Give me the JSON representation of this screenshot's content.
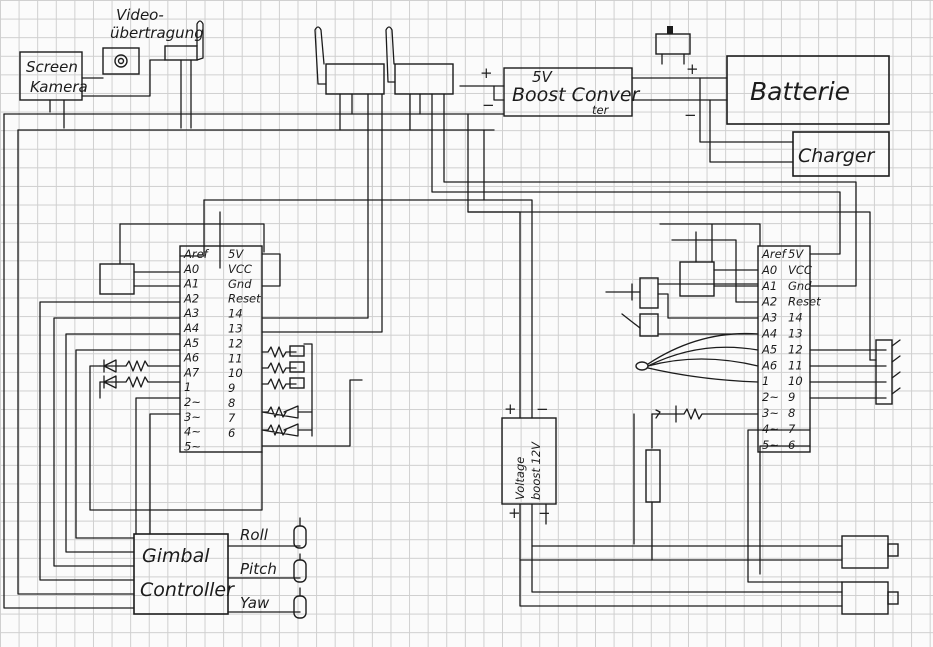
{
  "labels": {
    "screen_kamera": [
      "Screen",
      "Kamera"
    ],
    "video_uebertragung": [
      "Video-",
      "übertragung"
    ],
    "boost_converter": [
      "5V",
      "Boost Conver",
      "ter"
    ],
    "batterie": "Batterie",
    "charger": "Charger",
    "voltage_boost": [
      "Voltage",
      "boost 12V"
    ],
    "gimbal_controller": [
      "Gimbal",
      "Controller"
    ],
    "gimbal_axes": [
      "Roll",
      "Pitch",
      "Yaw"
    ],
    "plus": "+",
    "minus": "−"
  },
  "arduino": {
    "left_pins": [
      "Aref",
      "A0",
      "A1",
      "A2",
      "A3",
      "A4",
      "A5",
      "A6",
      "A7",
      "1",
      "2~",
      "3~",
      "4~",
      "5~"
    ],
    "right_pins": [
      "5V",
      "VCC",
      "Gnd",
      "Reset",
      "14",
      "13",
      "12",
      "11",
      "10",
      "9",
      "8",
      "7",
      "6"
    ]
  },
  "arduino2": {
    "left_pins": [
      "Aref",
      "A0",
      "A1",
      "A2",
      "A3",
      "A4",
      "A5",
      "A6",
      "1",
      "2~",
      "3~",
      "4~",
      "5~"
    ],
    "right_pins": [
      "5V",
      "VCC",
      "Gnd",
      "Reset",
      "14",
      "13",
      "12",
      "11",
      "10",
      "9",
      "8",
      "7",
      "6"
    ]
  }
}
